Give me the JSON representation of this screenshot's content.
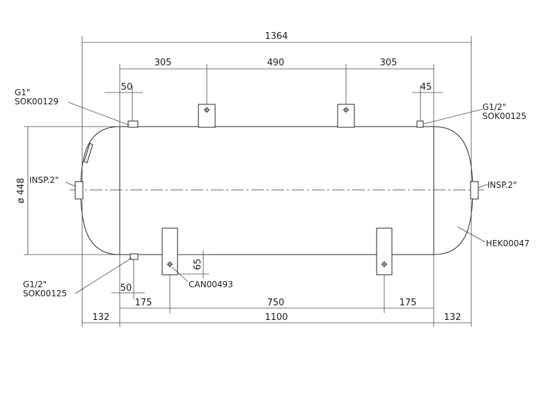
{
  "dimensions": {
    "overall_length": "1364",
    "top_left_spacing": "305",
    "top_middle_spacing": "490",
    "top_right_spacing": "305",
    "left_nozzle_offset": "50",
    "right_nozzle_offset": "45",
    "diameter": "ø 448",
    "foot_height": "65",
    "bottom_nozzle_offset": "50",
    "left_foot_offset": "175",
    "foot_spacing": "750",
    "right_foot_offset": "175",
    "left_head_length": "132",
    "shell_length": "1100",
    "right_head_length": "132"
  },
  "labels": {
    "top_left_nozzle_size": "G1\"",
    "top_left_nozzle_code": "SOK00129",
    "top_right_nozzle_size": "G1/2\"",
    "top_right_nozzle_code": "SOK00125",
    "left_inspection": "INSP.2\"",
    "right_inspection": "INSP.2\"",
    "head_code": "HEK00047",
    "bottom_nozzle_size": "G1/2\"",
    "bottom_nozzle_code": "SOK00125",
    "foot_code": "CAN00493"
  }
}
